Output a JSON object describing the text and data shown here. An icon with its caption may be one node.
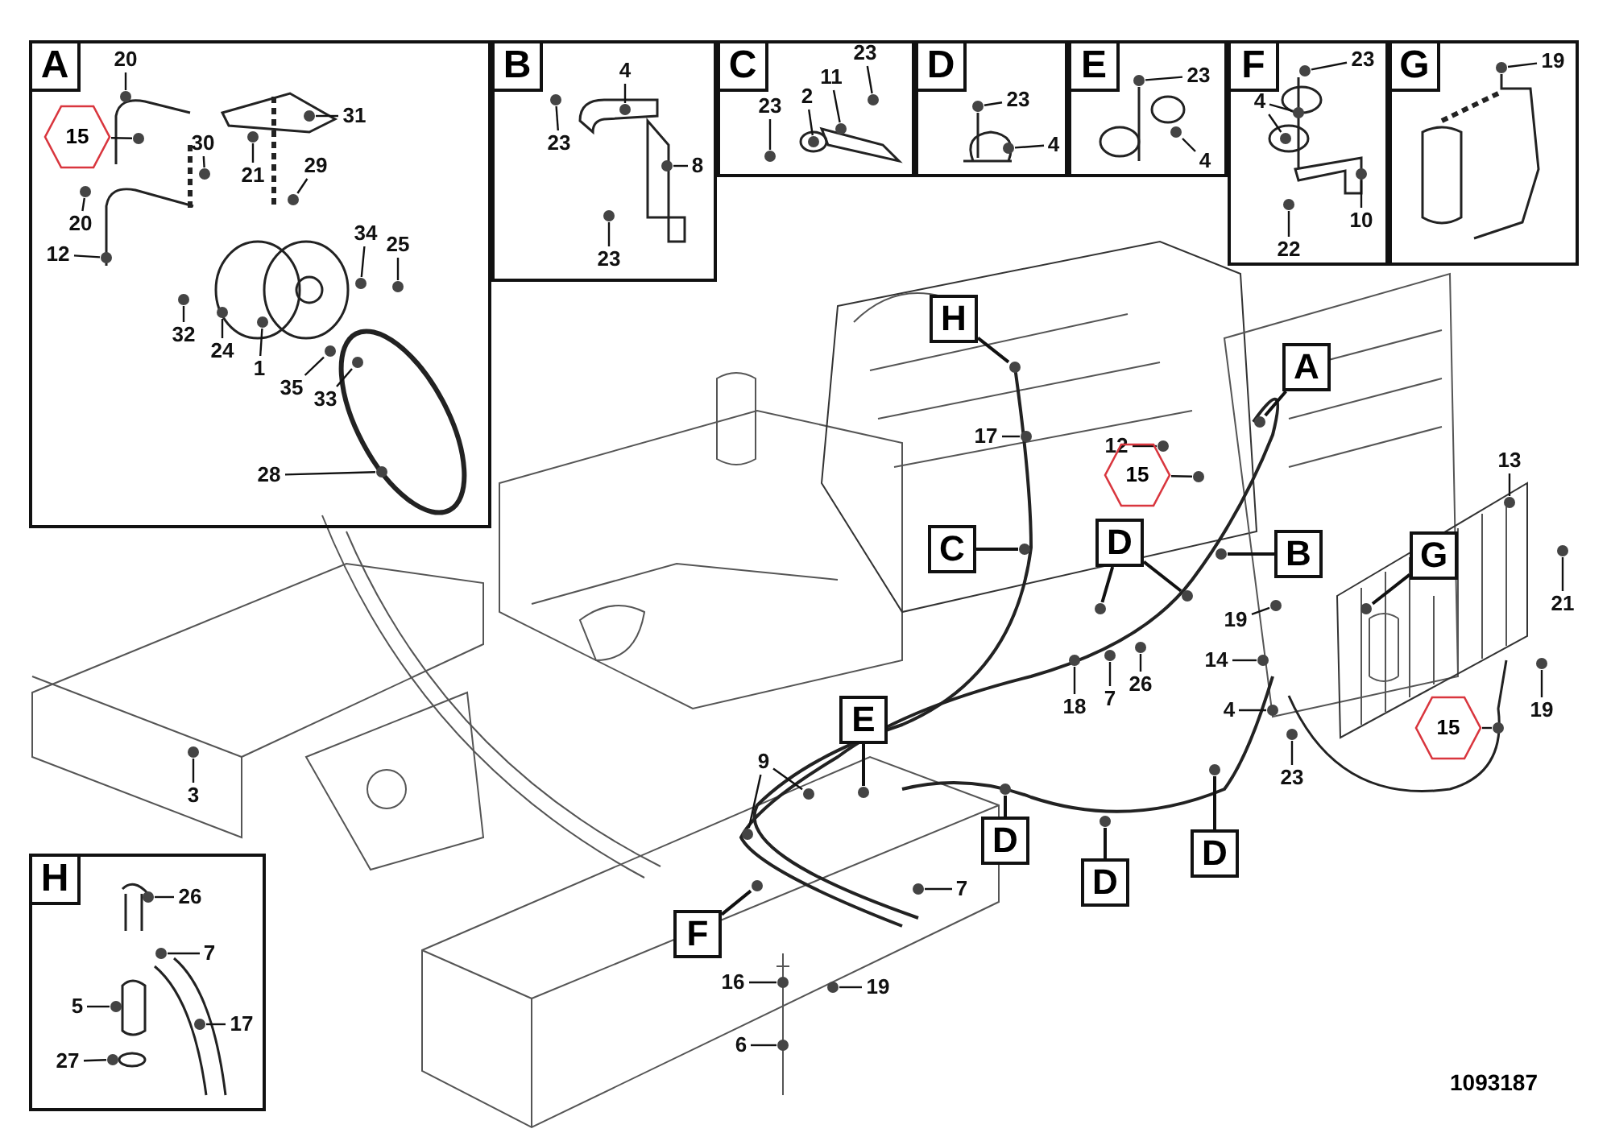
{
  "diagram": {
    "nodes": [
      {
        "text": [],
        "shape": "box"
      },
      {
        "text": [
          "A"
        ],
        "in": 0
      },
      {
        "text": [
          "20"
        ],
        "in": 0
      },
      {
        "text": [
          "15"
        ],
        "in": 0
      },
      {
        "text": [
          "30"
        ],
        "in": 0
      },
      {
        "text": [
          "31"
        ],
        "in": 0
      },
      {
        "text": [
          "21"
        ],
        "in": 0
      },
      {
        "text": [
          "29"
        ],
        "in": 0
      },
      {
        "text": [
          "20"
        ],
        "in": 0
      },
      {
        "text": [
          "12"
        ],
        "in": 0
      },
      {
        "text": [
          "34"
        ],
        "in": 0
      },
      {
        "text": [
          "25"
        ],
        "in": 0
      },
      {
        "text": [
          "32"
        ],
        "in": 0
      },
      {
        "text": [
          "24"
        ],
        "in": 0
      },
      {
        "text": [
          "1"
        ],
        "in": 0
      },
      {
        "text": [
          "35"
        ],
        "in": 0
      },
      {
        "text": [
          "33"
        ],
        "in": 0
      },
      {
        "text": [
          "28"
        ],
        "in": 0
      },
      {
        "text": [],
        "shape": "box"
      },
      {
        "text": [
          "B"
        ],
        "in": 18
      },
      {
        "text": [
          "4"
        ],
        "in": 18
      },
      {
        "text": [
          "23"
        ],
        "in": 18
      },
      {
        "text": [
          "8"
        ],
        "in": 18
      },
      {
        "text": [
          "23"
        ],
        "in": 18
      },
      {
        "text": [],
        "shape": "box"
      },
      {
        "text": [
          "C"
        ],
        "in": 24
      },
      {
        "text": [
          "23"
        ],
        "in": 24
      },
      {
        "text": [
          "11"
        ],
        "in": 24
      },
      {
        "text": [
          "2"
        ],
        "in": 24
      },
      {
        "text": [
          "23"
        ],
        "in": 24
      },
      {
        "text": [],
        "shape": "box"
      },
      {
        "text": [
          "D"
        ],
        "in": 30
      },
      {
        "text": [
          "23"
        ],
        "in": 30
      },
      {
        "text": [
          "4"
        ],
        "in": 30
      },
      {
        "text": [],
        "shape": "box"
      },
      {
        "text": [
          "E"
        ],
        "in": 34
      },
      {
        "text": [
          "23"
        ],
        "in": 34
      },
      {
        "text": [
          "4"
        ],
        "in": 34
      },
      {
        "text": [],
        "shape": "box"
      },
      {
        "text": [
          "F"
        ],
        "in": 38
      },
      {
        "text": [
          "23"
        ],
        "in": 38
      },
      {
        "text": [
          "4"
        ],
        "in": 38
      },
      {
        "text": [
          "10"
        ],
        "in": 38
      },
      {
        "text": [
          "22"
        ],
        "in": 38
      },
      {
        "text": [],
        "shape": "box"
      },
      {
        "text": [
          "G"
        ],
        "in": 44
      },
      {
        "text": [
          "19"
        ],
        "in": 44
      },
      {
        "text": [
          "H"
        ]
      },
      {
        "text": [
          "A"
        ]
      },
      {
        "text": [
          "17"
        ]
      },
      {
        "text": [
          "12"
        ]
      },
      {
        "text": [
          "13"
        ]
      },
      {
        "text": [
          "15"
        ]
      },
      {
        "text": [
          "D"
        ]
      },
      {
        "text": [
          "C"
        ]
      },
      {
        "text": [
          "B"
        ]
      },
      {
        "text": [
          "G"
        ]
      },
      {
        "text": [
          "21"
        ]
      },
      {
        "text": [
          "19"
        ]
      },
      {
        "text": [
          "14"
        ]
      },
      {
        "text": [
          "26"
        ]
      },
      {
        "text": [
          "7"
        ]
      },
      {
        "text": [
          "18"
        ]
      },
      {
        "text": [
          "19"
        ]
      },
      {
        "text": [
          "4"
        ]
      },
      {
        "text": [
          "E"
        ]
      },
      {
        "text": [
          "15"
        ]
      },
      {
        "text": [
          "9"
        ]
      },
      {
        "text": [
          "23"
        ]
      },
      {
        "text": [
          "3"
        ]
      },
      {
        "text": [
          "D"
        ]
      },
      {
        "text": [
          "D"
        ]
      },
      {
        "text": [
          "D"
        ]
      },
      {
        "text": [
          "7"
        ]
      },
      {
        "text": [
          "F"
        ]
      },
      {
        "text": [
          "16"
        ]
      },
      {
        "text": [
          "19"
        ]
      },
      {
        "text": [
          "6"
        ]
      },
      {
        "text": [],
        "shape": "box"
      },
      {
        "text": [
          "H"
        ],
        "in": 78
      },
      {
        "text": [
          "26"
        ],
        "in": 78
      },
      {
        "text": [
          "7"
        ],
        "in": 78
      },
      {
        "text": [
          "5"
        ],
        "in": 78
      },
      {
        "text": [
          "17"
        ],
        "in": 78
      },
      {
        "text": [
          "27"
        ],
        "in": 78
      },
      {
        "text": [],
        "shape": "circle",
        "in": 0
      },
      {
        "text": [],
        "shape": "circle",
        "in": 0
      },
      {
        "text": [],
        "shape": "circle",
        "in": 0
      },
      {
        "text": [],
        "shape": "circle",
        "in": 0
      },
      {
        "text": [],
        "shape": "circle",
        "in": 0
      },
      {
        "text": [],
        "shape": "circle",
        "in": 0
      },
      {
        "text": [],
        "shape": "circle",
        "in": 0
      },
      {
        "text": [],
        "shape": "circle",
        "in": 0
      },
      {
        "text": [],
        "shape": "circle",
        "in": 0
      },
      {
        "text": [],
        "shape": "circle",
        "in": 0
      },
      {
        "text": [],
        "shape": "circle",
        "in": 0
      },
      {
        "text": [],
        "shape": "circle",
        "in": 0
      },
      {
        "text": [],
        "shape": "circle",
        "in": 0
      },
      {
        "text": [],
        "shape": "circle",
        "in": 0
      },
      {
        "text": [],
        "shape": "circle",
        "in": 0
      },
      {
        "text": [],
        "shape": "circle",
        "in": 0
      },
      {
        "text": [],
        "shape": "circle",
        "in": 18
      },
      {
        "text": [],
        "shape": "circle",
        "in": 18
      },
      {
        "text": [],
        "shape": "circle",
        "in": 18
      },
      {
        "text": [],
        "shape": "circle",
        "in": 18
      },
      {
        "text": [],
        "shape": "circle",
        "in": 24
      },
      {
        "text": [],
        "shape": "circle",
        "in": 24
      },
      {
        "text": [],
        "shape": "circle",
        "in": 24
      },
      {
        "text": [],
        "shape": "circle",
        "in": 24
      },
      {
        "text": [],
        "shape": "circle",
        "in": 30
      },
      {
        "text": [],
        "shape": "circle",
        "in": 30
      },
      {
        "text": [],
        "shape": "circle",
        "in": 34
      },
      {
        "text": [],
        "shape": "circle",
        "in": 34
      },
      {
        "text": [],
        "shape": "circle",
        "in": 38
      },
      {
        "text": [],
        "shape": "circle",
        "in": 38
      },
      {
        "text": [],
        "shape": "circle",
        "in": 38
      },
      {
        "text": [],
        "shape": "circle",
        "in": 38
      },
      {
        "text": [],
        "shape": "circle",
        "in": 38
      },
      {
        "text": [],
        "shape": "circle",
        "in": 44
      },
      {
        "text": [],
        "shape": "circle"
      },
      {
        "text": [],
        "shape": "circle"
      },
      {
        "text": [],
        "shape": "circle"
      },
      {
        "text": [],
        "shape": "circle"
      },
      {
        "text": [],
        "shape": "circle"
      },
      {
        "text": [],
        "shape": "circle"
      },
      {
        "text": [],
        "shape": "circle"
      },
      {
        "text": [],
        "shape": "circle"
      },
      {
        "text": [],
        "shape": "circle"
      },
      {
        "text": [],
        "shape": "circle"
      },
      {
        "text": [],
        "shape": "circle"
      },
      {
        "text": [],
        "shape": "circle"
      },
      {
        "text": [],
        "shape": "circle"
      },
      {
        "text": [],
        "shape": "circle"
      },
      {
        "text": [],
        "shape": "circle"
      },
      {
        "text": [],
        "shape": "circle"
      },
      {
        "text": [],
        "shape": "circle"
      },
      {
        "text": [],
        "shape": "circle"
      },
      {
        "text": [],
        "shape": "circle"
      },
      {
        "text": [],
        "shape": "circle"
      },
      {
        "text": [],
        "shape": "circle"
      },
      {
        "text": [],
        "shape": "circle"
      },
      {
        "text": [],
        "shape": "circle"
      },
      {
        "text": [],
        "shape": "circle"
      },
      {
        "text": [],
        "shape": "circle"
      },
      {
        "text": [],
        "shape": "circle"
      },
      {
        "text": [],
        "shape": "circle"
      },
      {
        "text": [],
        "shape": "circle"
      },
      {
        "text": [],
        "shape": "circle"
      },
      {
        "text": [],
        "shape": "circle"
      },
      {
        "text": [],
        "shape": "circle"
      },
      {
        "text": [],
        "shape": "circle"
      },
      {
        "text": [],
        "shape": "circle"
      },
      {
        "text": [],
        "shape": "circle",
        "in": 78
      },
      {
        "text": [],
        "shape": "circle",
        "in": 78
      },
      {
        "text": [],
        "shape": "circle",
        "in": 78
      },
      {
        "text": [],
        "shape": "circle",
        "in": 78
      },
      {
        "text": [],
        "shape": "circle",
        "in": 78
      }
    ],
    "edges": [
      {
        "from": 2,
        "to": 85,
        "arrow": "none"
      },
      {
        "from": 3,
        "to": 86,
        "arrow": "none"
      },
      {
        "from": 4,
        "to": 87,
        "arrow": "none"
      },
      {
        "from": 5,
        "to": 88,
        "arrow": "none"
      },
      {
        "from": 6,
        "to": 89,
        "arrow": "none"
      },
      {
        "from": 7,
        "to": 90,
        "arrow": "none"
      },
      {
        "from": 8,
        "to": 91,
        "arrow": "none"
      },
      {
        "from": 9,
        "to": 92,
        "arrow": "none"
      },
      {
        "from": 10,
        "to": 93,
        "arrow": "none"
      },
      {
        "from": 11,
        "to": 94,
        "arrow": "none"
      },
      {
        "from": 12,
        "to": 95,
        "arrow": "none"
      },
      {
        "from": 13,
        "to": 96,
        "arrow": "none"
      },
      {
        "from": 14,
        "to": 97,
        "arrow": "none"
      },
      {
        "from": 15,
        "to": 98,
        "arrow": "none"
      },
      {
        "from": 16,
        "to": 99,
        "arrow": "none"
      },
      {
        "from": 17,
        "to": 100,
        "arrow": "none"
      },
      {
        "from": 20,
        "to": 101,
        "arrow": "none"
      },
      {
        "from": 21,
        "to": 102,
        "arrow": "none"
      },
      {
        "from": 22,
        "to": 103,
        "arrow": "none"
      },
      {
        "from": 23,
        "to": 104,
        "arrow": "none"
      },
      {
        "from": 26,
        "to": 105,
        "arrow": "none"
      },
      {
        "from": 27,
        "to": 106,
        "arrow": "none"
      },
      {
        "from": 28,
        "to": 107,
        "arrow": "none"
      },
      {
        "from": 29,
        "to": 108,
        "arrow": "none"
      },
      {
        "from": 32,
        "to": 109,
        "arrow": "none"
      },
      {
        "from": 33,
        "to": 110,
        "arrow": "none"
      },
      {
        "from": 36,
        "to": 111,
        "arrow": "none"
      },
      {
        "from": 37,
        "to": 112,
        "arrow": "none"
      },
      {
        "from": 40,
        "to": 113,
        "arrow": "none"
      },
      {
        "from": 41,
        "to": 114,
        "arrow": "none"
      },
      {
        "from": 41,
        "to": 115,
        "arrow": "none"
      },
      {
        "from": 42,
        "to": 116,
        "arrow": "none"
      },
      {
        "from": 43,
        "to": 117,
        "arrow": "none"
      },
      {
        "from": 46,
        "to": 118,
        "arrow": "none"
      },
      {
        "from": 47,
        "to": 119,
        "arrow": "none"
      },
      {
        "from": 48,
        "to": 120,
        "arrow": "none"
      },
      {
        "from": 49,
        "to": 121,
        "arrow": "none"
      },
      {
        "from": 50,
        "to": 122,
        "arrow": "none"
      },
      {
        "from": 51,
        "to": 123,
        "arrow": "none"
      },
      {
        "from": 52,
        "to": 124,
        "arrow": "none"
      },
      {
        "from": 53,
        "to": 125,
        "arrow": "none"
      },
      {
        "from": 53,
        "to": 126,
        "arrow": "none"
      },
      {
        "from": 54,
        "to": 127,
        "arrow": "none"
      },
      {
        "from": 55,
        "to": 128,
        "arrow": "none"
      },
      {
        "from": 56,
        "to": 129,
        "arrow": "none"
      },
      {
        "from": 57,
        "to": 130,
        "arrow": "none"
      },
      {
        "from": 58,
        "to": 131,
        "arrow": "none"
      },
      {
        "from": 59,
        "to": 132,
        "arrow": "none"
      },
      {
        "from": 60,
        "to": 133,
        "arrow": "none"
      },
      {
        "from": 61,
        "to": 134,
        "arrow": "none"
      },
      {
        "from": 62,
        "to": 135,
        "arrow": "none"
      },
      {
        "from": 63,
        "to": 136,
        "arrow": "none"
      },
      {
        "from": 64,
        "to": 137,
        "arrow": "none"
      },
      {
        "from": 65,
        "to": 138,
        "arrow": "none"
      },
      {
        "from": 66,
        "to": 139,
        "arrow": "none"
      },
      {
        "from": 67,
        "to": 140,
        "arrow": "none"
      },
      {
        "from": 67,
        "to": 141,
        "arrow": "none"
      },
      {
        "from": 68,
        "to": 142,
        "arrow": "none"
      },
      {
        "from": 69,
        "to": 143,
        "arrow": "none"
      },
      {
        "from": 70,
        "to": 144,
        "arrow": "none"
      },
      {
        "from": 71,
        "to": 145,
        "arrow": "none"
      },
      {
        "from": 72,
        "to": 146,
        "arrow": "none"
      },
      {
        "from": 73,
        "to": 147,
        "arrow": "none"
      },
      {
        "from": 74,
        "to": 148,
        "arrow": "none"
      },
      {
        "from": 75,
        "to": 149,
        "arrow": "none"
      },
      {
        "from": 76,
        "to": 150,
        "arrow": "none"
      },
      {
        "from": 77,
        "to": 151,
        "arrow": "none"
      },
      {
        "from": 80,
        "to": 152,
        "arrow": "none"
      },
      {
        "from": 81,
        "to": 153,
        "arrow": "none"
      },
      {
        "from": 82,
        "to": 154,
        "arrow": "none"
      },
      {
        "from": 83,
        "to": 155,
        "arrow": "none"
      },
      {
        "from": 84,
        "to": 156,
        "arrow": "none"
      }
    ],
    "labels": [
      "1093187"
    ]
  }
}
